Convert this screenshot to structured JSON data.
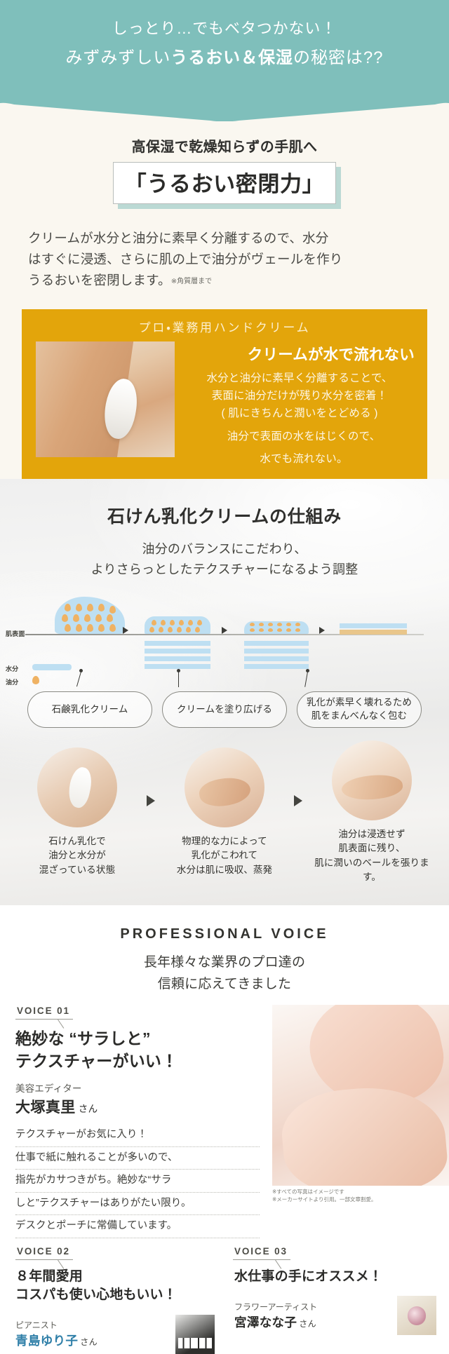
{
  "hero": {
    "line1": "しっとり…でもベタつかない！",
    "line2_plain_a": "みずみずしい",
    "line2_bold": "うるおい＆保湿",
    "line2_plain_b": "の秘密は??"
  },
  "uruoi": {
    "kicker": "高保湿で乾燥知らずの手肌へ",
    "boxed_title": "「うるおい密閉力」",
    "body_line1": "クリームが水分と油分に素早く分離するので、水分",
    "body_line2": "はすぐに浸透、さらに肌の上で油分がヴェールを作り",
    "body_line3": "うるおいを密閉します。",
    "body_note": "※角質層まで"
  },
  "gold": {
    "kicker": "プロ・業務用ハンドクリーム",
    "headline": "クリームが水で流れない",
    "p1": "水分と油分に素早く分離することで、",
    "p2": "表面に油分だけが残り水分を密着！",
    "p3": "( 肌にきちんと潤いをとどめる )",
    "p4": "油分で表面の水をはじくので、",
    "p5": "水でも流れない。"
  },
  "mechanism": {
    "heading": "石けん乳化クリームの仕組み",
    "sub_line1": "油分のバランスにこだわり、",
    "sub_line2": "よりさらっとしたテクスチャーになるよう調整",
    "diagram_labels": {
      "skin_surface": "肌表面",
      "water": "水分",
      "oil": "油分"
    },
    "pills": [
      "石鹸乳化クリーム",
      "クリームを塗り広げる",
      "乳化が素早く壊れるため\n肌をまんべんなく包む"
    ],
    "captions": [
      "石けん乳化で\n油分と水分が\n混ざっている状態",
      "物理的な力によって\n乳化がこわれて\n水分は肌に吸収、蒸発",
      "油分は浸透せず\n肌表面に残り、\n肌に潤いのベールを張ります。"
    ]
  },
  "voice": {
    "title": "PROFESSIONAL VOICE",
    "sub_line1": "長年様々な業界のプロ達の",
    "sub_line2": "信頼に応えてきました",
    "v1": {
      "badge": "VOICE 01",
      "headline_line1": "絶妙な “サラしと”",
      "headline_line2": "テクスチャーがいい！",
      "role": "美容エディター",
      "name": "大塚真里",
      "name_suffix": "さん",
      "body": [
        "テクスチャーがお気に入り！",
        "仕事で紙に触れることが多いので、",
        "指先がカサつきがち。絶妙な“サラ",
        "しと”テクスチャーはありがたい限り。",
        "デスクとポーチに常備しています。"
      ],
      "credit_line1": "※すべての写真はイメージです",
      "credit_line2": "※メーカーサイトより引用。一部文章割愛。"
    },
    "v2": {
      "badge": "VOICE 02",
      "headline_line1": "８年間愛用",
      "headline_line2": "コスパも使い心地もいい！",
      "role": "ピアニスト",
      "name": "青島ゆり子",
      "name_suffix": "さん"
    },
    "v3": {
      "badge": "VOICE 03",
      "headline_line1": "水仕事の手にオススメ！",
      "role": "フラワーアーティスト",
      "name": "宮澤なな子",
      "name_suffix": "さん"
    }
  }
}
